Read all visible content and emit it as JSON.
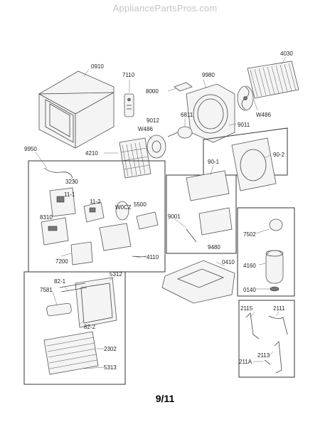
{
  "watermark": "AppliancePartsPros.com",
  "page_number": "9/11",
  "labels": {
    "p0910": "0910",
    "p7110": "7110",
    "p8000": "8000",
    "p9980": "9980",
    "p4030": "4030",
    "p6811": "6811",
    "p9012": "9012",
    "pW486a": "W486",
    "pW486b": "W486",
    "p9011": "9011",
    "p4210": "4210",
    "p9950": "9950",
    "p902": "90-2",
    "p901": "90-1",
    "p3230": "3230",
    "p111": "11-1",
    "p112": "11-2",
    "pW0CZ": "W0CZ",
    "p5500": "5500",
    "p8310": "8310",
    "p9001": "9001",
    "p7502": "7502",
    "p7200": "7200",
    "p4110": "4110",
    "p9480": "9480",
    "p0410": "0410",
    "p4160": "4160",
    "p5312": "5312",
    "p0140": "0140",
    "p7581": "7581",
    "p821": "82-1",
    "p822": "82-2",
    "p2115": "2115",
    "p2111": "2111",
    "p2302": "2302",
    "p2113": "2113",
    "p211A": "211A",
    "p5313": "5313"
  }
}
